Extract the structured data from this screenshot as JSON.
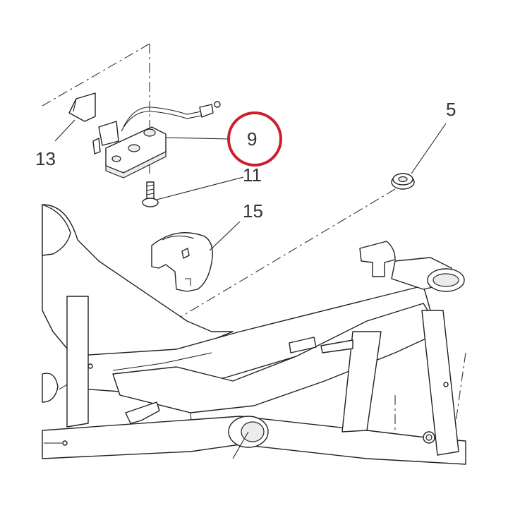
{
  "diagram": {
    "callouts": {
      "part_13": "13",
      "part_9": "9",
      "part_11": "11",
      "part_15": "15",
      "part_5": "5"
    },
    "highlight_color": "#cc1f2a",
    "line_color": "#222222",
    "background": "#ffffff"
  }
}
